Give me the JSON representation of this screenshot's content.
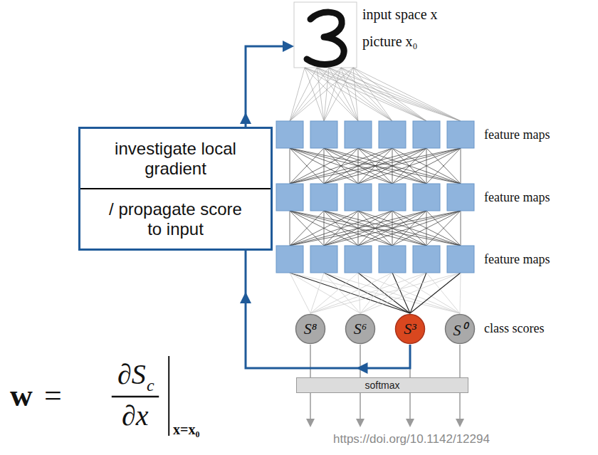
{
  "diagram": {
    "nodes": [
      {
        "text": [
          "input space x",
          "picture x₀"
        ]
      },
      {
        "text": [
          "investigate local gradient",
          "/ propagate score to input"
        ]
      },
      {
        "text": [
          "S⁸"
        ]
      },
      {
        "text": [
          "S⁶"
        ]
      },
      {
        "text": [
          "S³"
        ]
      },
      {
        "text": [
          "S⁰"
        ]
      },
      {
        "text": [
          "softmax"
        ]
      }
    ],
    "edges": [
      {
        "from": 4,
        "to": 0,
        "arrow": "to"
      }
    ],
    "labels": [
      "feature maps",
      "feature maps",
      "feature maps",
      "class scores",
      "w",
      "=",
      "∂S",
      "c",
      "∂x",
      "x=x₀",
      "https://doi.org/10.1142/12294"
    ]
  }
}
